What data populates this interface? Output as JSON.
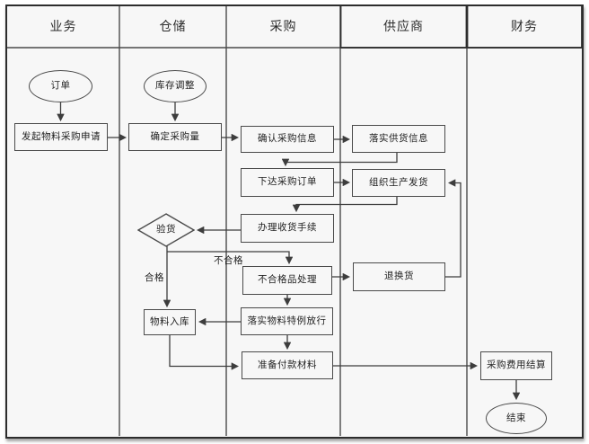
{
  "diagram": {
    "type": "swimlane-flowchart",
    "colors": {
      "background": "#f7f7f7",
      "line": "#4a4a4a",
      "frame": "#2d2d2d",
      "text": "#222222"
    },
    "lanes": [
      {
        "label": "业务"
      },
      {
        "label": "仓储"
      },
      {
        "label": "采购"
      },
      {
        "label": "供应商"
      },
      {
        "label": "财务"
      }
    ],
    "nodes": {
      "order": {
        "label": "订单",
        "shape": "ellipse",
        "lane": "业务"
      },
      "initiate_request": {
        "label": "发起物料采购申请",
        "shape": "rect",
        "lane": "业务"
      },
      "inventory_adjust": {
        "label": "库存调整",
        "shape": "ellipse",
        "lane": "仓储"
      },
      "determine_qty": {
        "label": "确定采购量",
        "shape": "rect",
        "lane": "仓储"
      },
      "confirm_purchase_info": {
        "label": "确认采购信息",
        "shape": "rect",
        "lane": "采购"
      },
      "issue_purchase_order": {
        "label": "下达采购订单",
        "shape": "rect",
        "lane": "采购"
      },
      "handle_receipt": {
        "label": "办理收货手续",
        "shape": "rect",
        "lane": "采购"
      },
      "inspect_goods": {
        "label": "验货",
        "shape": "diamond",
        "lane": "仓储"
      },
      "nonconforming_handling": {
        "label": "不合格品处理",
        "shape": "rect",
        "lane": "采购"
      },
      "exception_release": {
        "label": "落实物料特例放行",
        "shape": "rect",
        "lane": "采购"
      },
      "material_warehousing": {
        "label": "物料入库",
        "shape": "rect",
        "lane": "仓储"
      },
      "prepare_payment": {
        "label": "准备付款材料",
        "shape": "rect",
        "lane": "采购"
      },
      "confirm_supply_info": {
        "label": "落实供货信息",
        "shape": "rect",
        "lane": "供应商"
      },
      "organize_shipping": {
        "label": "组织生产发货",
        "shape": "rect",
        "lane": "供应商"
      },
      "return_exchange": {
        "label": "退换货",
        "shape": "rect",
        "lane": "供应商"
      },
      "expense_settlement": {
        "label": "采购费用结算",
        "shape": "rect",
        "lane": "财务"
      },
      "end": {
        "label": "结束",
        "shape": "ellipse",
        "lane": "财务"
      }
    },
    "edges": [
      {
        "from": "order",
        "to": "initiate_request",
        "label": ""
      },
      {
        "from": "inventory_adjust",
        "to": "determine_qty",
        "label": ""
      },
      {
        "from": "initiate_request",
        "to": "determine_qty",
        "label": ""
      },
      {
        "from": "determine_qty",
        "to": "confirm_purchase_info",
        "label": ""
      },
      {
        "from": "confirm_purchase_info",
        "to": "confirm_supply_info",
        "label": ""
      },
      {
        "from": "confirm_supply_info",
        "to": "issue_purchase_order",
        "label": ""
      },
      {
        "from": "issue_purchase_order",
        "to": "organize_shipping",
        "label": ""
      },
      {
        "from": "organize_shipping",
        "to": "handle_receipt",
        "label": ""
      },
      {
        "from": "handle_receipt",
        "to": "inspect_goods",
        "label": ""
      },
      {
        "from": "inspect_goods",
        "to": "material_warehousing",
        "label": "合格"
      },
      {
        "from": "inspect_goods",
        "to": "nonconforming_handling",
        "label": "不合格"
      },
      {
        "from": "nonconforming_handling",
        "to": "exception_release",
        "label": ""
      },
      {
        "from": "exception_release",
        "to": "material_warehousing",
        "label": ""
      },
      {
        "from": "exception_release",
        "to": "prepare_payment",
        "label": ""
      },
      {
        "from": "material_warehousing",
        "to": "prepare_payment",
        "label": ""
      },
      {
        "from": "nonconforming_handling",
        "to": "return_exchange",
        "label": ""
      },
      {
        "from": "return_exchange",
        "to": "organize_shipping",
        "label": ""
      },
      {
        "from": "prepare_payment",
        "to": "expense_settlement",
        "label": ""
      },
      {
        "from": "expense_settlement",
        "to": "end",
        "label": ""
      }
    ]
  }
}
